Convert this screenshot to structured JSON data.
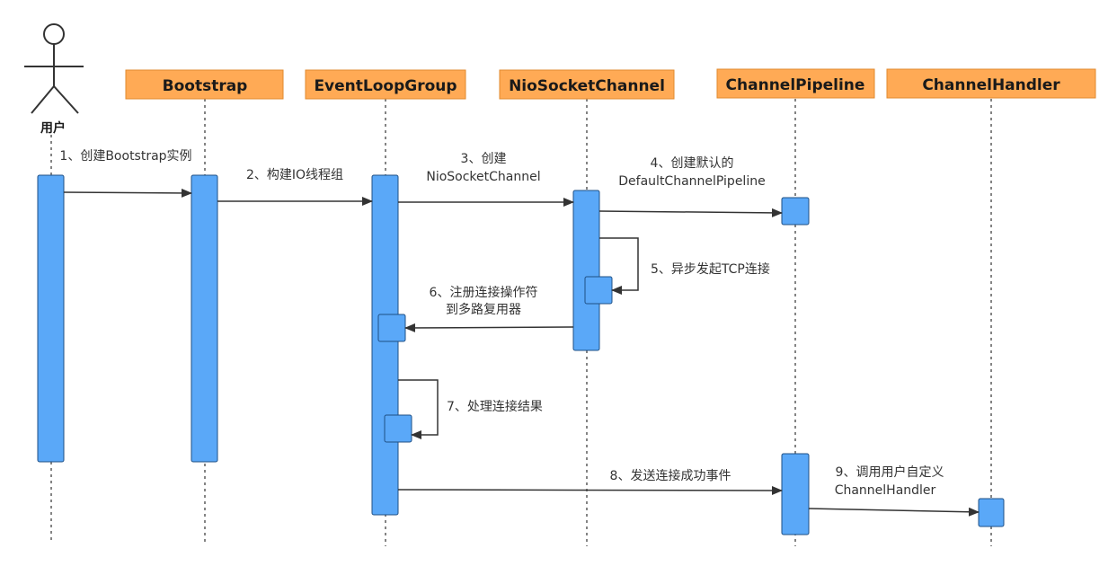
{
  "actor": {
    "name": "用户"
  },
  "participants": [
    {
      "id": "bootstrap",
      "name": "Bootstrap"
    },
    {
      "id": "eventloopgroup",
      "name": "EventLoopGroup"
    },
    {
      "id": "niosocketchannel",
      "name": "NioSocketChannel"
    },
    {
      "id": "channelpipeline",
      "name": "ChannelPipeline"
    },
    {
      "id": "channelhandler",
      "name": "ChannelHandler"
    }
  ],
  "messages": [
    {
      "step": 1,
      "from": "user",
      "to": "bootstrap",
      "lines": [
        "1、创建Bootstrap实例"
      ]
    },
    {
      "step": 2,
      "from": "bootstrap",
      "to": "eventloopgroup",
      "lines": [
        "2、构建IO线程组"
      ]
    },
    {
      "step": 3,
      "from": "eventloopgroup",
      "to": "niosocketchannel",
      "lines": [
        "3、创建",
        "NioSocketChannel"
      ]
    },
    {
      "step": 4,
      "from": "niosocketchannel",
      "to": "channelpipeline",
      "lines": [
        "4、创建默认的",
        "DefaultChannelPipeline"
      ]
    },
    {
      "step": 5,
      "from": "niosocketchannel",
      "to": "niosocketchannel",
      "lines": [
        "5、异步发起TCP连接"
      ]
    },
    {
      "step": 6,
      "from": "niosocketchannel",
      "to": "eventloopgroup",
      "lines": [
        "6、注册连接操作符",
        "到多路复用器"
      ]
    },
    {
      "step": 7,
      "from": "eventloopgroup",
      "to": "eventloopgroup",
      "lines": [
        "7、处理连接结果"
      ]
    },
    {
      "step": 8,
      "from": "eventloopgroup",
      "to": "channelpipeline",
      "lines": [
        "8、发送连接成功事件"
      ]
    },
    {
      "step": 9,
      "from": "channelpipeline",
      "to": "channelhandler",
      "lines": [
        "9、调用用户自定义",
        "ChannelHandler"
      ]
    }
  ],
  "colors": {
    "header_fill": "#FFAA55",
    "header_stroke": "#E08A2E",
    "activation_fill": "#5AA8F8",
    "activation_stroke": "#1F4F85",
    "line": "#333333"
  }
}
